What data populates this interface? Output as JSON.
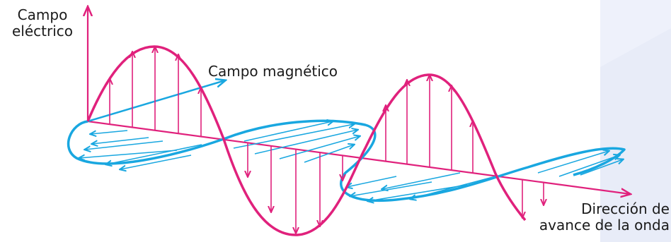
{
  "labels": {
    "electric_field": [
      "Campo",
      "eléctrico"
    ],
    "magnetic_field": "Campo magnético",
    "direction": [
      "Dirección de",
      "avance de la onda"
    ]
  },
  "colors": {
    "electric": "#e0217c",
    "magnetic": "#19a7e0",
    "background_panel": "#eef1fb",
    "text": "#1a1a1a"
  }
}
